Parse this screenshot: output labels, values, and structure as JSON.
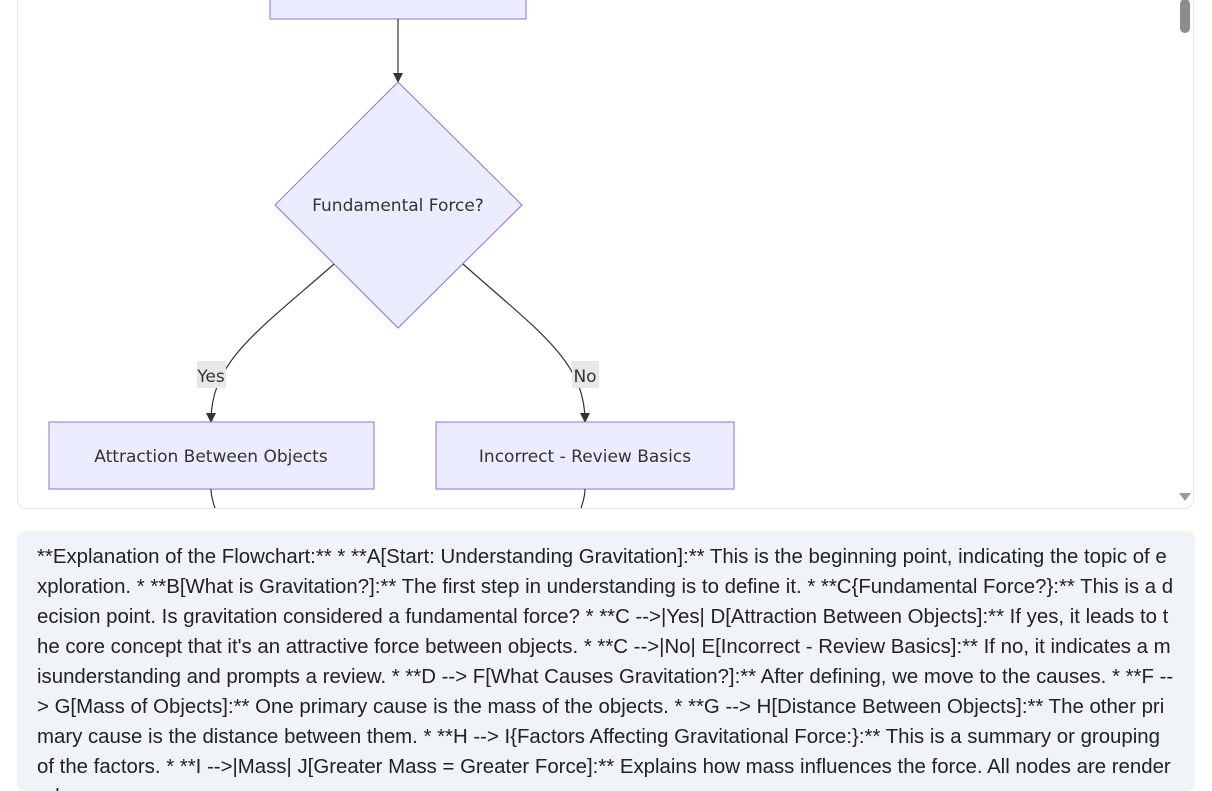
{
  "diagram": {
    "decision_label": "Fundamental Force?",
    "yes_label": "Yes",
    "no_label": "No",
    "node_attraction": "Attraction Between Objects",
    "node_incorrect": "Incorrect - Review Basics",
    "colors": {
      "node_fill": "#ececff",
      "node_stroke": "#9370db",
      "edge": "#333333",
      "edge_label_bg": "#e8e8e8"
    }
  },
  "explanation": {
    "text": "**Explanation of the Flowchart:** * **A[Start: Understanding Gravitation]:** This is the beginning point, indicating the topic of exploration. * **B[What is Gravitation?]:** The first step in understanding is to define it. * **C{Fundamental Force?}:** This is a decision point. Is gravitation considered a fundamental force? * **C -->|Yes| D[Attraction Between Objects]:** If yes, it leads to the core concept that it's an attractive force between objects. * **C -->|No| E[Incorrect - Review Basics]:** If no, it indicates a misunderstanding and prompts a review. * **D --> F[What Causes Gravitation?]:** After defining, we move to the causes. * **F --> G[Mass of Objects]:** One primary cause is the mass of the objects. * **G --> H[Distance Between Objects]:** The other primary cause is the distance between them. * **H --> I{Factors Affecting Gravitational Force:}:** This is a summary or grouping of the factors. * **I -->|Mass| J[Greater Mass = Greater Force]:** Explains how mass influences the force. All nodes are rendered."
  }
}
